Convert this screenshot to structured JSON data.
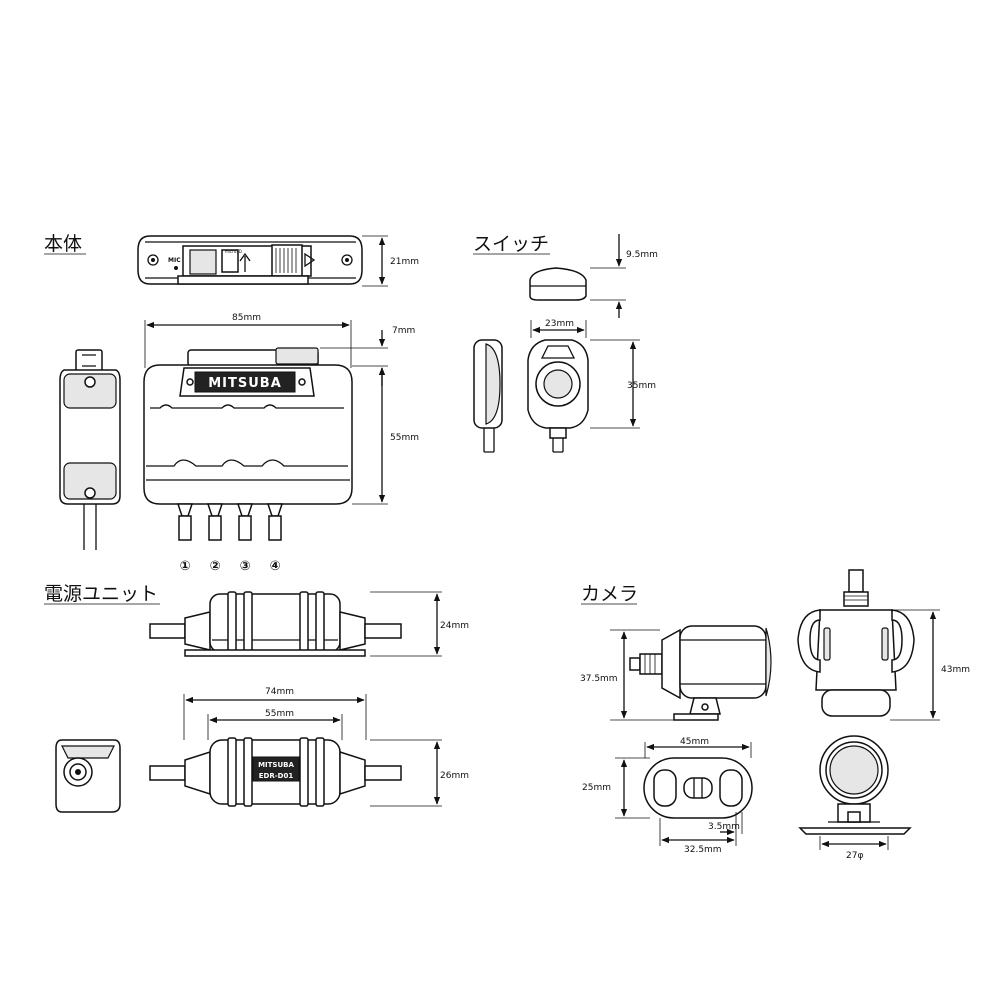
{
  "sections": {
    "main_unit": "本体",
    "switch": "スイッチ",
    "power_unit": "電源ユニット",
    "camera": "カメラ"
  },
  "main_unit": {
    "top_label_mic": "MIC",
    "top_label_sd": "microSD",
    "brand": "MITSUBA",
    "dims": {
      "width": "85mm",
      "top_height": "21mm",
      "lid": "7mm",
      "height": "55mm"
    },
    "ports": [
      "①",
      "②",
      "③",
      "④"
    ]
  },
  "switch": {
    "dims": {
      "height": "9.5mm",
      "width": "23mm",
      "depth": "35mm"
    }
  },
  "power_unit": {
    "brand": "MITSUBA",
    "model": "EDR-D01",
    "dims": {
      "side_height": "24mm",
      "overall": "74mm",
      "inner": "55mm",
      "height": "26mm"
    }
  },
  "camera": {
    "dims": {
      "side": "37.5mm",
      "height": "43mm",
      "bracket_width": "45mm",
      "bracket_height": "25mm",
      "slot": "3.5mm",
      "pitch": "32.5mm",
      "diameter": "27φ"
    }
  }
}
